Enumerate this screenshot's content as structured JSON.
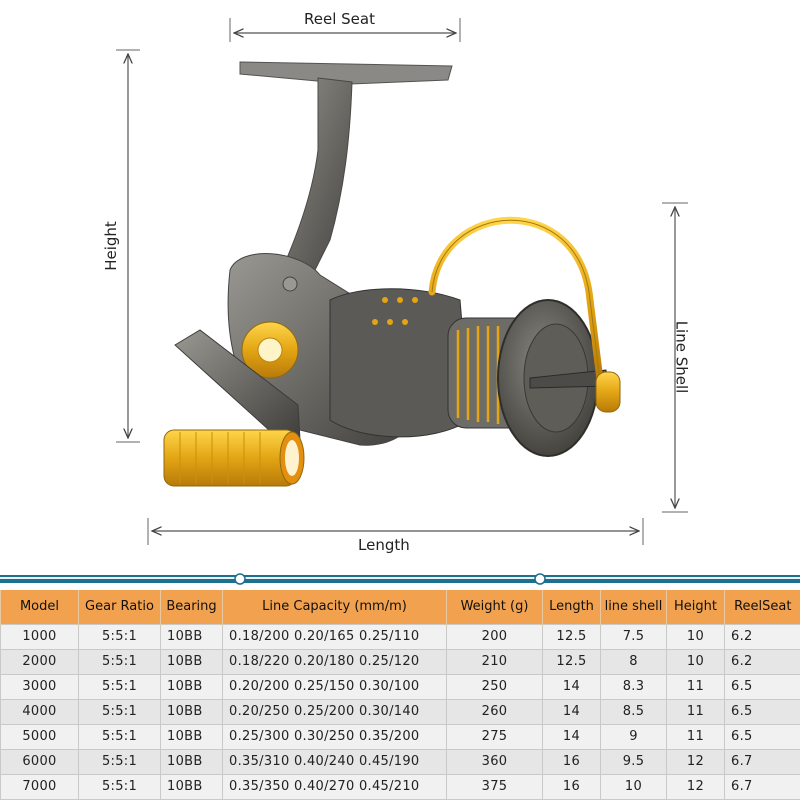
{
  "diagram": {
    "labels": {
      "reel_seat": "Reel Seat",
      "height": "Height",
      "line_shell": "Line Shell",
      "length": "Length"
    }
  },
  "colors": {
    "header_orange": "#f2a24e",
    "band_blue": "#1f6f8f",
    "reel_gray": "#6f6e6a",
    "reel_gold": "#e0a516"
  },
  "table": {
    "headers": [
      "Model",
      "Gear Ratio",
      "Bearing",
      "Line Capacity (mm/m)",
      "Weight (g)",
      "Length",
      "line shell",
      "Height",
      "ReelSeat"
    ],
    "rows": [
      [
        "1000",
        "5:5:1",
        "10BB",
        "0.18/200 0.20/165 0.25/110",
        "200",
        "12.5",
        "7.5",
        "10",
        "6.2"
      ],
      [
        "2000",
        "5:5:1",
        "10BB",
        "0.18/220 0.20/180 0.25/120",
        "210",
        "12.5",
        "8",
        "10",
        "6.2"
      ],
      [
        "3000",
        "5:5:1",
        "10BB",
        "0.20/200 0.25/150 0.30/100",
        "250",
        "14",
        "8.3",
        "11",
        "6.5"
      ],
      [
        "4000",
        "5:5:1",
        "10BB",
        "0.20/250 0.25/200 0.30/140",
        "260",
        "14",
        "8.5",
        "11",
        "6.5"
      ],
      [
        "5000",
        "5:5:1",
        "10BB",
        "0.25/300 0.30/250 0.35/200",
        "275",
        "14",
        "9",
        "11",
        "6.5"
      ],
      [
        "6000",
        "5:5:1",
        "10BB",
        "0.35/310 0.40/240 0.45/190",
        "360",
        "16",
        "9.5",
        "12",
        "6.7"
      ],
      [
        "7000",
        "5:5:1",
        "10BB",
        "0.35/350 0.40/270 0.45/210",
        "375",
        "16",
        "10",
        "12",
        "6.7"
      ]
    ]
  }
}
